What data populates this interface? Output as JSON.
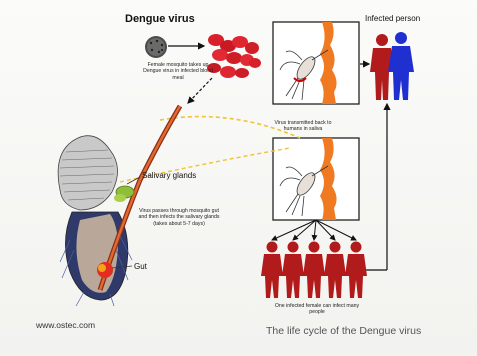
{
  "labels": {
    "dengue_virus": "Dengue virus",
    "infected_person": "Infected person",
    "salivary_glands": "Salivary glands",
    "gut": "Gut",
    "website": "www.ostec.com",
    "caption": "The life cycle of the Dengue virus"
  },
  "annotations": {
    "mosquito_takes_virus": "Female mosquito takes up Dengue virus in infected blood meal",
    "virus_transmitted": "Virus transmitted back to humans in saliva",
    "virus_passes": "Virus passes through mosquito gut and then infects the salivary glands (takes about 5-7 days)",
    "one_infected_female": "One infected female can infect many people"
  },
  "colors": {
    "blood_red": "#d8202a",
    "person_red": "#b21b1b",
    "person_blue": "#1f2fd0",
    "skin_orange": "#ef7a22",
    "path_yellow": "#f1c232",
    "arrow": "#111111"
  }
}
